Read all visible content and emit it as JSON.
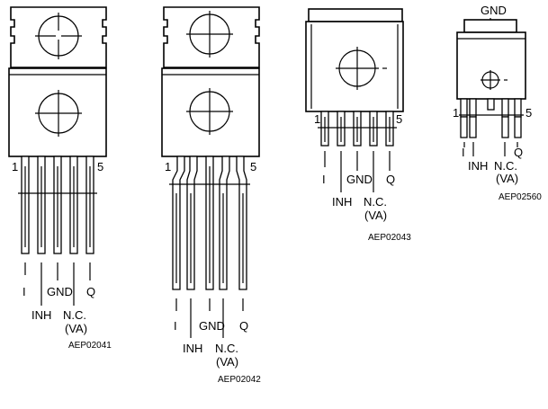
{
  "packages": [
    {
      "id": "pkg1",
      "code": "AEP02041",
      "pin_first": "1",
      "pin_last": "5",
      "labels": [
        "I",
        "INH",
        "GND",
        "N.C.",
        "(VA)",
        "Q"
      ]
    },
    {
      "id": "pkg2",
      "code": "AEP02042",
      "pin_first": "1",
      "pin_last": "5",
      "labels": [
        "I",
        "INH",
        "GND",
        "N.C.",
        "(VA)",
        "Q"
      ]
    },
    {
      "id": "pkg3",
      "code": "AEP02043",
      "pin_first": "1",
      "pin_last": "5",
      "labels": [
        "I",
        "INH",
        "GND",
        "N.C.",
        "(VA)",
        "Q"
      ]
    },
    {
      "id": "pkg4",
      "code": "AEP02560",
      "tab_label": "GND",
      "pin_first": "1",
      "pin_last": "5",
      "labels": [
        "I",
        "INH",
        "N.C.",
        "(VA)",
        "Q"
      ]
    }
  ]
}
